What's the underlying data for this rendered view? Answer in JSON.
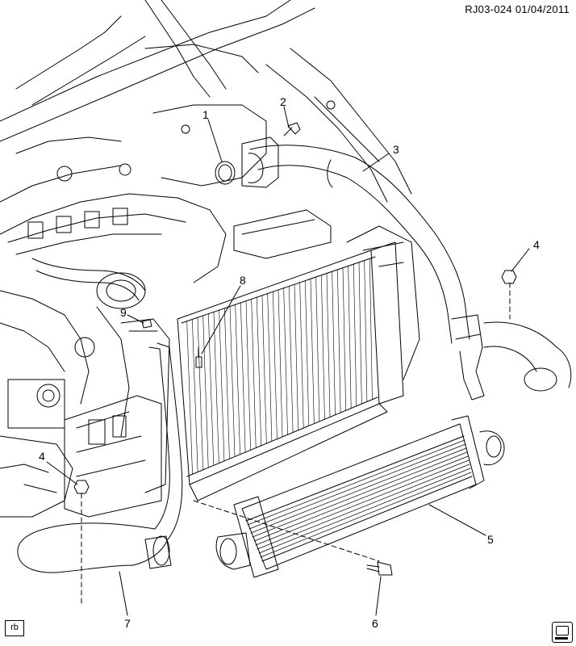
{
  "document": {
    "id": "RJ03-024",
    "date": "01/04/2011",
    "corner_tag": "rb"
  },
  "callouts": [
    {
      "number": "1",
      "part": "seal"
    },
    {
      "number": "2",
      "part": "bolt"
    },
    {
      "number": "3",
      "part": "charge-air-cooler-inlet-hose"
    },
    {
      "number": "4",
      "part": "nut"
    },
    {
      "number": "4",
      "part": "nut"
    },
    {
      "number": "5",
      "part": "charge-air-cooler"
    },
    {
      "number": "6",
      "part": "bolt"
    },
    {
      "number": "7",
      "part": "charge-air-cooler-outlet-hose"
    },
    {
      "number": "8",
      "part": "bolt"
    },
    {
      "number": "9",
      "part": "bolt"
    }
  ],
  "colors": {
    "line": "#000000",
    "background": "#ffffff"
  }
}
